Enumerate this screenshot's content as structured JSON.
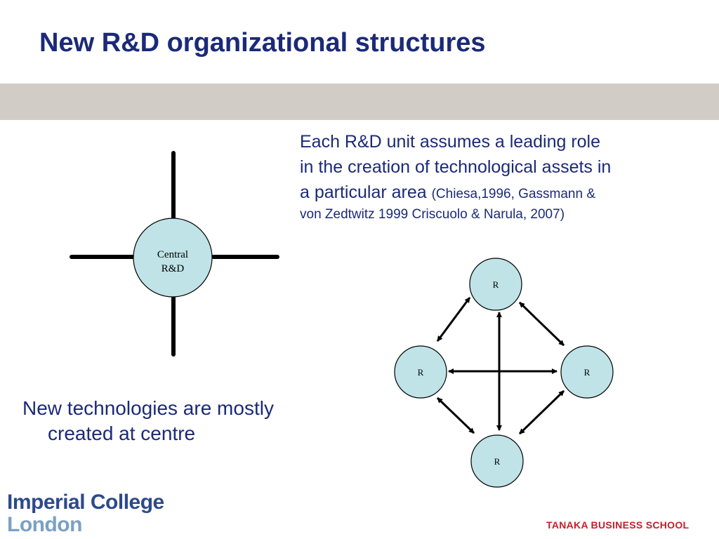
{
  "slide": {
    "title": "New R&D organizational structures"
  },
  "centralized_diagram": {
    "node_line1": "Central",
    "node_line2": "R&D"
  },
  "networked_diagram": {
    "nodes": [
      "R",
      "R",
      "R",
      "R"
    ]
  },
  "description": {
    "line1": "Each R&D unit assumes a leading role",
    "line2": "in the creation of technological assets in",
    "line3_main": "a particular area",
    "line3_citation": "(Chiesa,1996, Gassmann &",
    "line4_citation": "von Zedtwitz 1999 Criscuolo & Narula, 2007)"
  },
  "bullet": {
    "line1": "New technologies are mostly",
    "line2": "created at centre"
  },
  "footer": {
    "logo_line1": "Imperial College",
    "logo_line2": "London",
    "school": "TANAKA BUSINESS SCHOOL"
  },
  "colors": {
    "title": "#1b2a78",
    "band": "#d2ccc7",
    "node_fill": "#bfe3e7",
    "school": "#c41e2a",
    "logo_dark": "#2c4a8a",
    "logo_light": "#7aa0c6"
  }
}
